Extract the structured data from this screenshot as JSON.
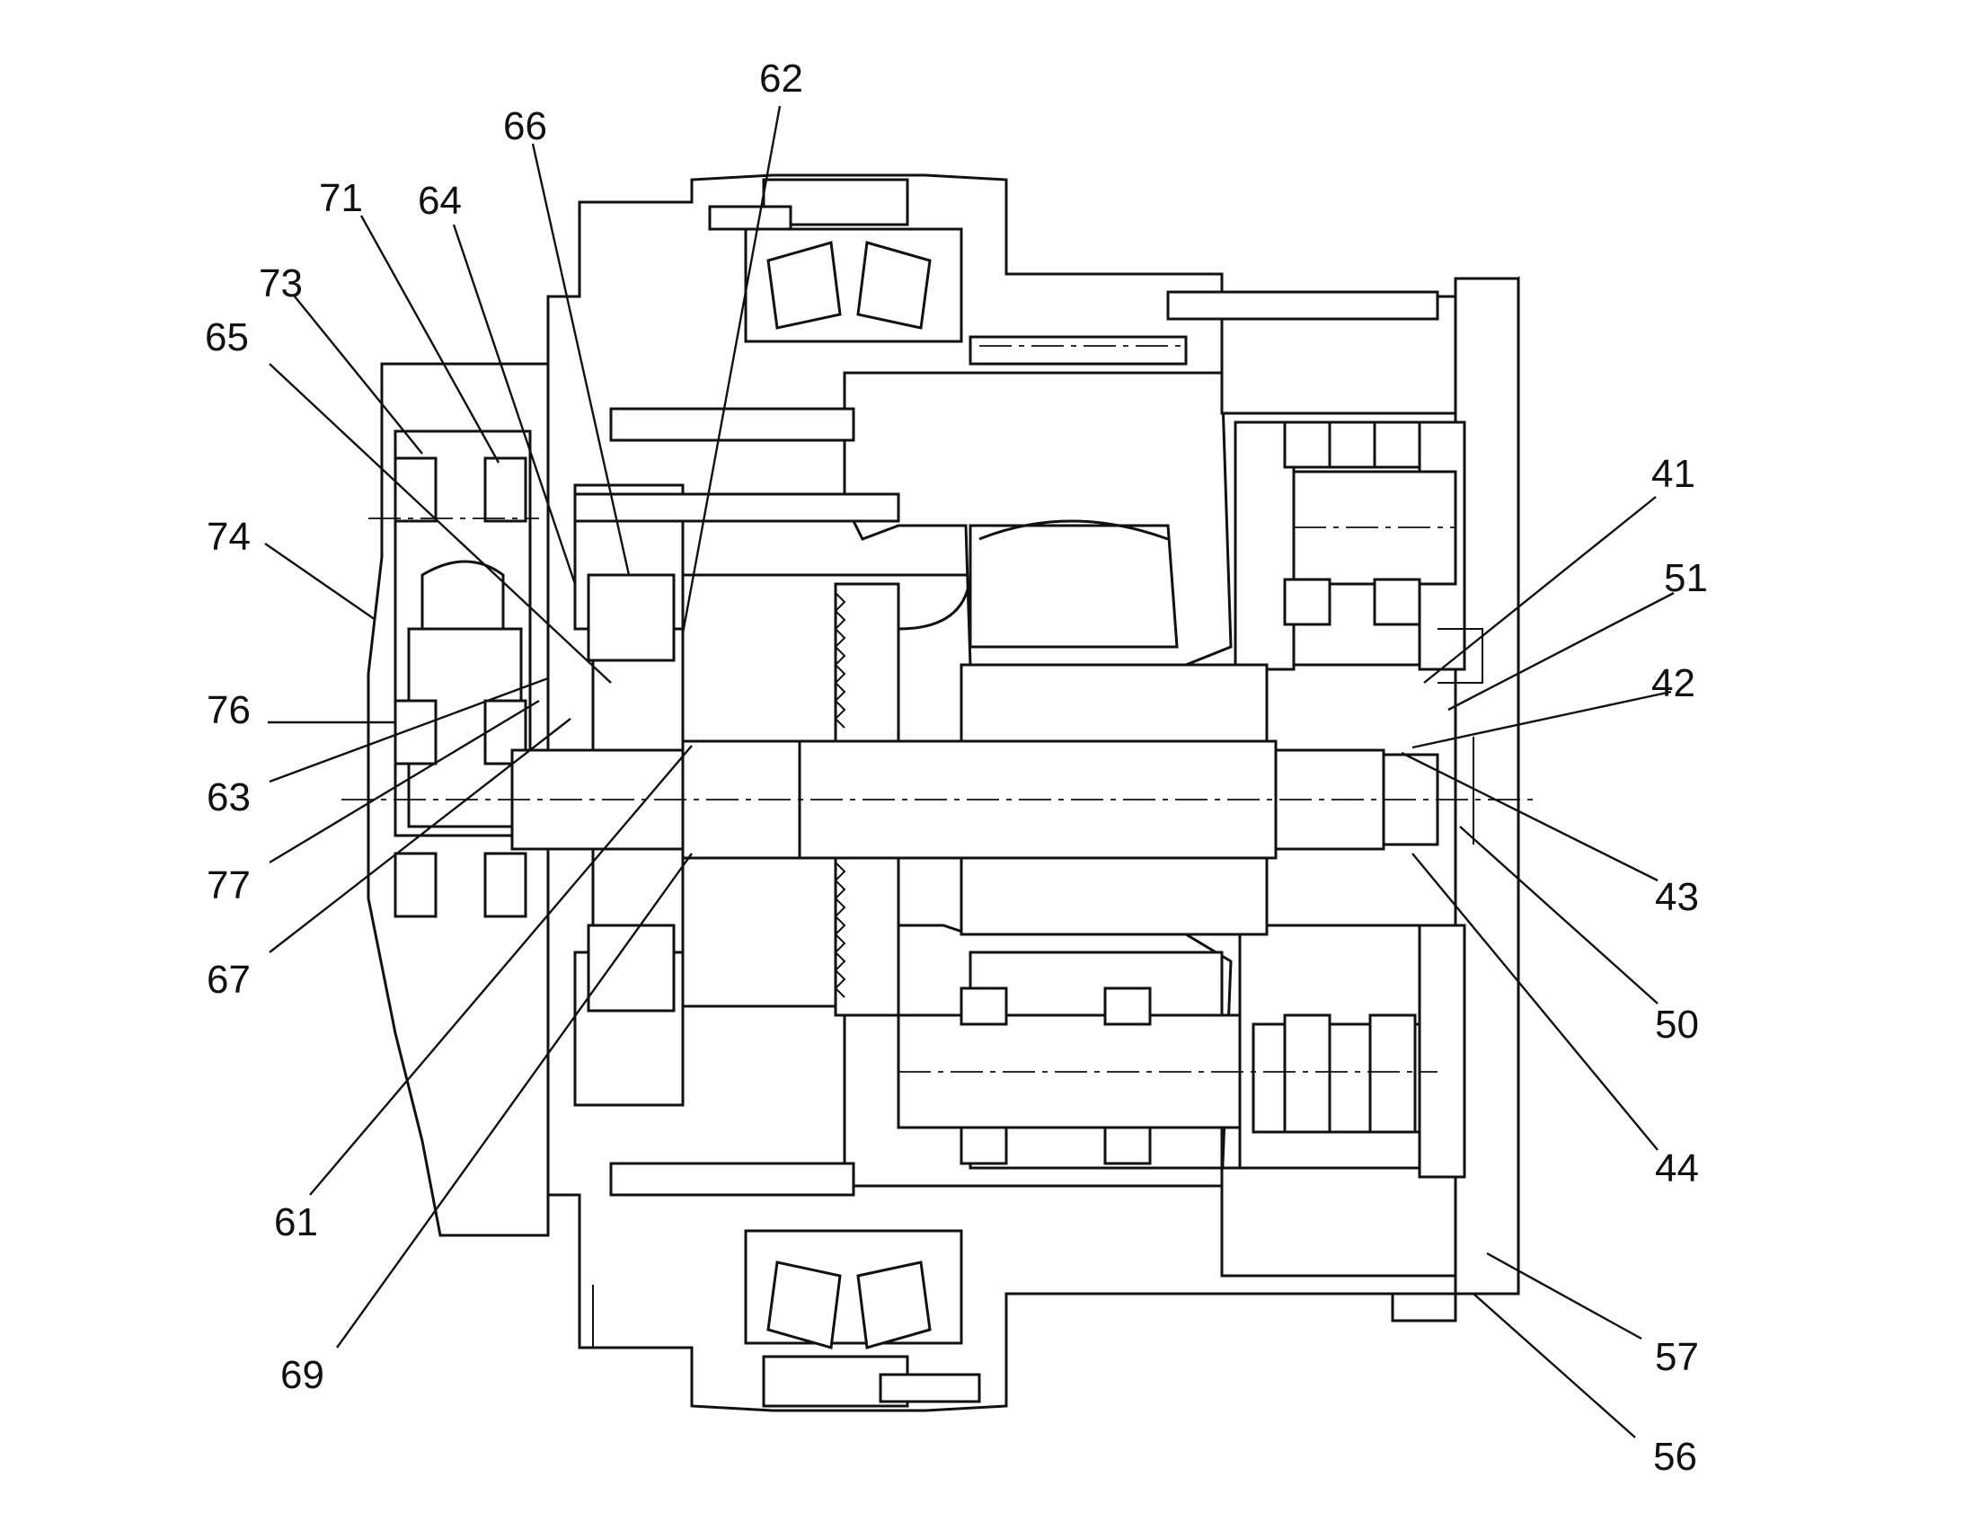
{
  "figure": {
    "reference_numerals": [
      {
        "id": "62",
        "text": "62"
      },
      {
        "id": "66",
        "text": "66"
      },
      {
        "id": "71",
        "text": "71"
      },
      {
        "id": "64",
        "text": "64"
      },
      {
        "id": "73",
        "text": "73"
      },
      {
        "id": "65",
        "text": "65"
      },
      {
        "id": "74",
        "text": "74"
      },
      {
        "id": "76",
        "text": "76"
      },
      {
        "id": "63",
        "text": "63"
      },
      {
        "id": "77",
        "text": "77"
      },
      {
        "id": "67",
        "text": "67"
      },
      {
        "id": "61",
        "text": "61"
      },
      {
        "id": "69",
        "text": "69"
      },
      {
        "id": "41",
        "text": "41"
      },
      {
        "id": "51",
        "text": "51"
      },
      {
        "id": "42",
        "text": "42"
      },
      {
        "id": "43",
        "text": "43"
      },
      {
        "id": "50",
        "text": "50"
      },
      {
        "id": "44",
        "text": "44"
      },
      {
        "id": "57",
        "text": "57"
      },
      {
        "id": "56",
        "text": "56"
      }
    ]
  },
  "colors": {
    "line": "#111111",
    "background": "#ffffff"
  }
}
